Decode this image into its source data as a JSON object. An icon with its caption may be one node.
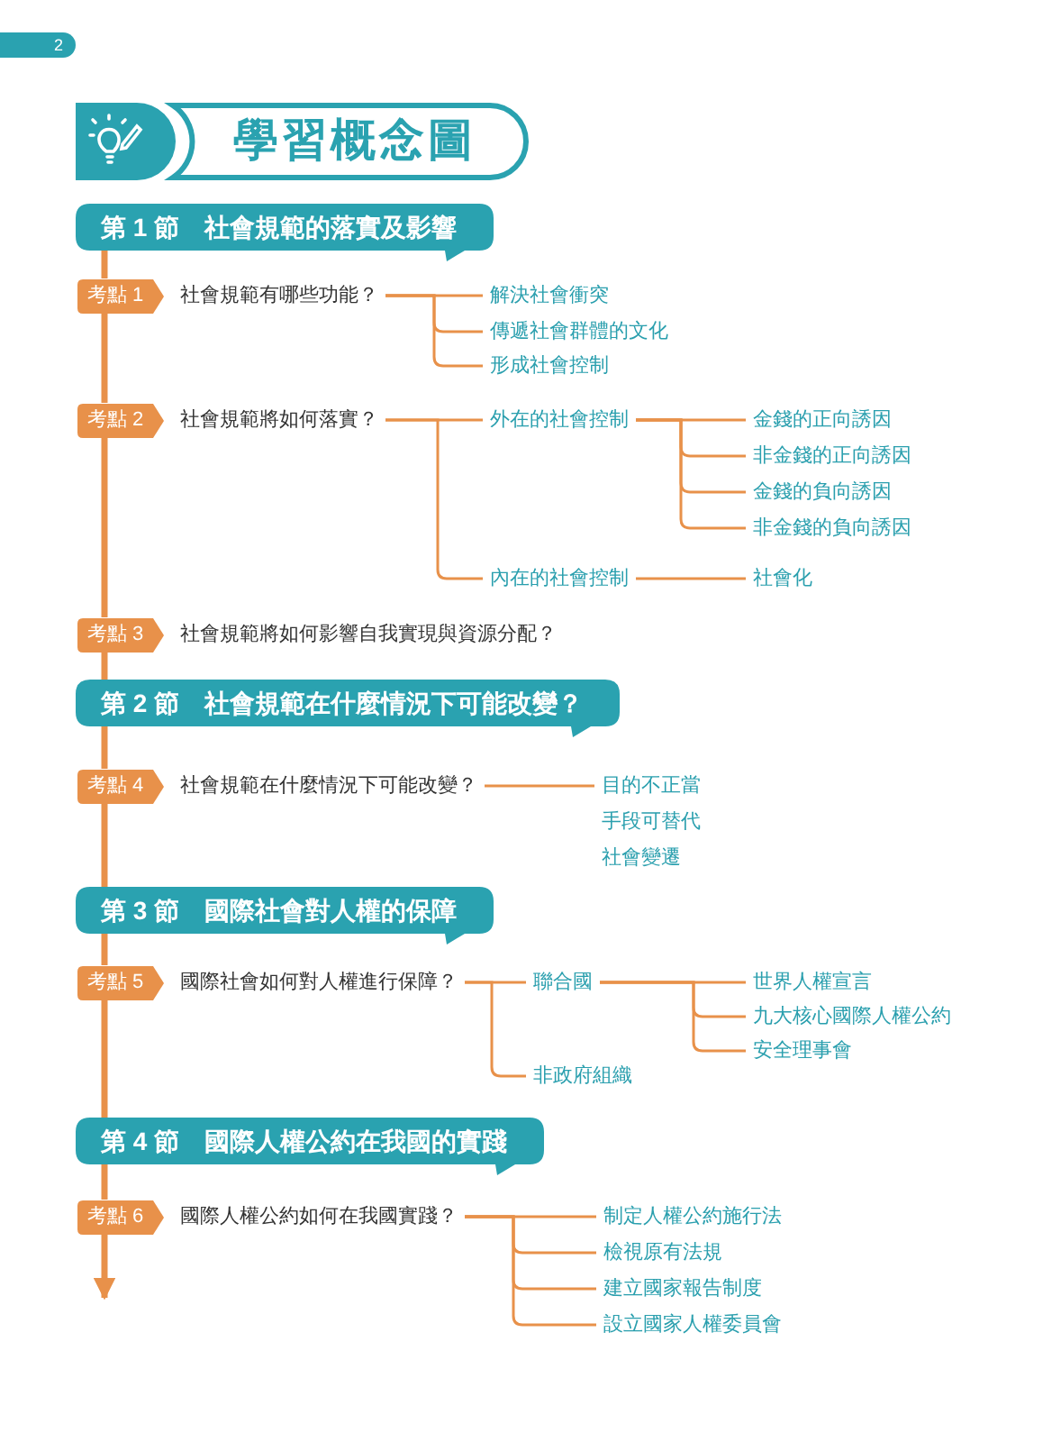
{
  "diagram": {
    "title": "學習概念圖",
    "nodes": [
      {
        "text": [
          "第 1 節　社會規範的落實及影響"
        ]
      },
      {
        "text": [
          "考點 1"
        ]
      },
      {
        "text": [
          "社會規範有哪些功能？"
        ]
      },
      {
        "text": [
          "解決社會衝突"
        ]
      },
      {
        "text": [
          "傳遞社會群體的文化"
        ]
      },
      {
        "text": [
          "形成社會控制"
        ]
      },
      {
        "text": [
          "考點 2"
        ]
      },
      {
        "text": [
          "社會規範將如何落實？"
        ]
      },
      {
        "text": [
          "外在的社會控制"
        ]
      },
      {
        "text": [
          "金錢的正向誘因"
        ]
      },
      {
        "text": [
          "非金錢的正向誘因"
        ]
      },
      {
        "text": [
          "金錢的負向誘因"
        ]
      },
      {
        "text": [
          "非金錢的負向誘因"
        ]
      },
      {
        "text": [
          "內在的社會控制"
        ]
      },
      {
        "text": [
          "社會化"
        ]
      },
      {
        "text": [
          "考點 3"
        ],
        "beside": [
          "社會規範將如何影響自我實現與資源分配？"
        ]
      },
      {
        "text": [
          "第 2 節　社會規範在什麼情況下可能改變？"
        ]
      },
      {
        "text": [
          "考點 4"
        ]
      },
      {
        "text": [
          "社會規範在什麼情況下可能改變？"
        ]
      },
      {
        "text": [
          "目的不正當",
          "手段可替代",
          "社會變遷"
        ]
      },
      {
        "text": [
          "第 3 節　國際社會對人權的保障"
        ]
      },
      {
        "text": [
          "考點 5"
        ]
      },
      {
        "text": [
          "國際社會如何對人權進行保障？"
        ]
      },
      {
        "text": [
          "聯合國"
        ]
      },
      {
        "text": [
          "世界人權宣言"
        ]
      },
      {
        "text": [
          "九大核心國際人權公約"
        ]
      },
      {
        "text": [
          "安全理事會"
        ]
      },
      {
        "text": [
          "非政府組織"
        ]
      },
      {
        "text": [
          "第 4 節　國際人權公約在我國的實踐"
        ]
      },
      {
        "text": [
          "考點 6"
        ]
      },
      {
        "text": [
          "國際人權公約如何在我國實踐？"
        ]
      },
      {
        "text": [
          "制定人權公約施行法"
        ]
      },
      {
        "text": [
          "檢視原有法規"
        ]
      },
      {
        "text": [
          "建立國家報告制度"
        ]
      },
      {
        "text": [
          "設立國家人權委員會"
        ]
      }
    ],
    "edges": [
      {
        "from": 2,
        "to": 3,
        "arrow": "none"
      },
      {
        "from": 2,
        "to": 4,
        "arrow": "none"
      },
      {
        "from": 2,
        "to": 5,
        "arrow": "none"
      },
      {
        "from": 7,
        "to": 8,
        "arrow": "none"
      },
      {
        "from": 7,
        "to": 13,
        "arrow": "none"
      },
      {
        "from": 8,
        "to": 9,
        "arrow": "none"
      },
      {
        "from": 8,
        "to": 10,
        "arrow": "none"
      },
      {
        "from": 8,
        "to": 11,
        "arrow": "none"
      },
      {
        "from": 8,
        "to": 12,
        "arrow": "none"
      },
      {
        "from": 13,
        "to": 14,
        "arrow": "none"
      },
      {
        "from": 18,
        "to": 19,
        "arrow": "none"
      },
      {
        "from": 22,
        "to": 23,
        "arrow": "none"
      },
      {
        "from": 22,
        "to": 27,
        "arrow": "none"
      },
      {
        "from": 23,
        "to": 24,
        "arrow": "none"
      },
      {
        "from": 23,
        "to": 25,
        "arrow": "none"
      },
      {
        "from": 23,
        "to": 26,
        "arrow": "none"
      },
      {
        "from": 30,
        "to": 31,
        "arrow": "none"
      },
      {
        "from": 30,
        "to": 32,
        "arrow": "none"
      },
      {
        "from": 30,
        "to": 33,
        "arrow": "none"
      },
      {
        "from": 30,
        "to": 34,
        "arrow": "none"
      },
      {
        "from": 0,
        "to": 1,
        "arrow": "none",
        "style": "thick"
      },
      {
        "from": 1,
        "to": 6,
        "arrow": "none",
        "style": "thick"
      },
      {
        "from": 6,
        "to": 15,
        "arrow": "none",
        "style": "thick"
      },
      {
        "from": 15,
        "to": 16,
        "arrow": "none",
        "style": "thick"
      },
      {
        "from": 16,
        "to": 17,
        "arrow": "none",
        "style": "thick"
      },
      {
        "from": 17,
        "to": 20,
        "arrow": "none",
        "style": "thick"
      },
      {
        "from": 20,
        "to": 21,
        "arrow": "none",
        "style": "thick"
      },
      {
        "from": 21,
        "to": 28,
        "arrow": "none",
        "style": "thick"
      },
      {
        "from": 28,
        "to": 29,
        "arrow": "none",
        "style": "thick"
      },
      {
        "from": 29,
        "to": null,
        "arrow": "to",
        "style": "thick"
      }
    ],
    "labels": [
      "2"
    ]
  }
}
